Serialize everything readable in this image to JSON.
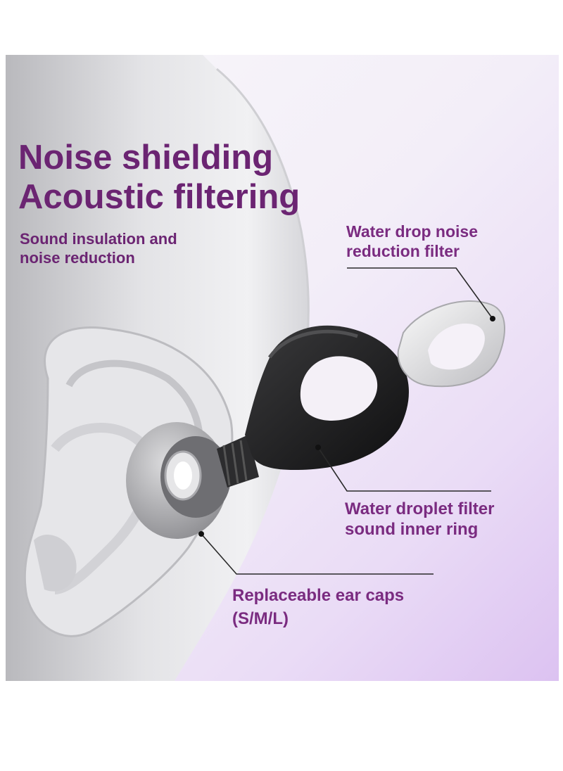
{
  "headline": {
    "line1": "Noise shielding",
    "line2": "Acoustic filtering"
  },
  "subheading": {
    "line1": "Sound insulation and",
    "line2": "noise reduction"
  },
  "callouts": {
    "filter": {
      "line1": "Water drop noise",
      "line2": "reduction filter"
    },
    "inner_ring": {
      "line1": "Water droplet filter",
      "line2": "sound inner ring"
    },
    "ear_caps": {
      "line1": "Replaceable ear caps",
      "line2": "(S/M/L)"
    }
  },
  "colors": {
    "headline": "#6b2472",
    "callout": "#7a2b80",
    "background_accent": "#dcc2f1",
    "earplug_body": "#1b1b1b",
    "filter_ring": "#e4e4e6"
  }
}
